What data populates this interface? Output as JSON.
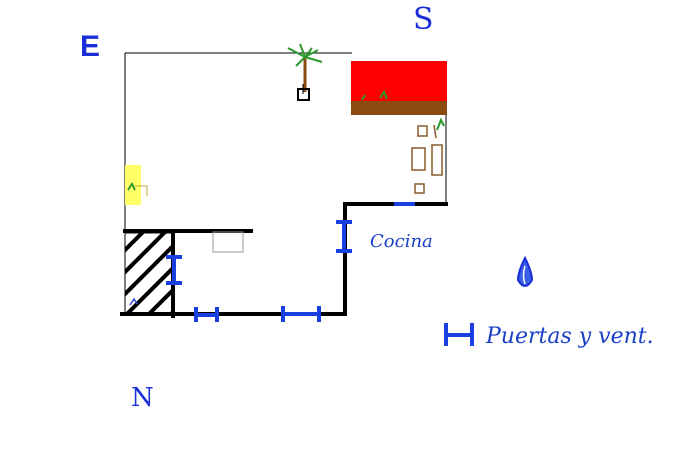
{
  "compass": {
    "east": "E",
    "south": "S",
    "north": "N"
  },
  "labels": {
    "kitchen": "Cocina",
    "legend_doors_windows": "Puertas y vent."
  },
  "colors": {
    "wall_thin": "#000000",
    "wall_thick": "#000000",
    "opening": "#1a3fe0",
    "garden_red": "#ff0000",
    "garden_soil": "#8b4a12",
    "plant": "#2d9a2d",
    "furniture": "#8b5a2b",
    "yellow_area": "#ffff66",
    "hatch": "#000000"
  },
  "icons": {
    "palm_tree": "palm-icon",
    "drop": "drop-icon"
  }
}
